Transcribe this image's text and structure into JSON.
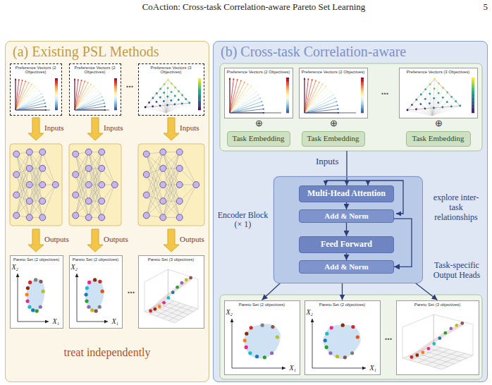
{
  "diagram": {
    "nodes": [
      {
        "text": [
          "(a) Existing PSL Methods",
          "treat independently"
        ]
      },
      {
        "text": [
          "Preference Vectors (2 Objectives)"
        ],
        "in": 0
      },
      {
        "text": [
          "Preference Vectors (2 Objectives)"
        ],
        "in": 0
      },
      {
        "text": [
          "Preference Vectors (3 Objectives)"
        ],
        "in": 0
      },
      {
        "text": [
          "Pareto Set (2 objectives)"
        ],
        "in": 0
      },
      {
        "text": [
          "Pareto Set (2 objectives)"
        ],
        "in": 0
      },
      {
        "text": [
          "Pareto Set (3 objectives)"
        ],
        "in": 0
      },
      {
        "text": [
          "(b) Cross-task Correlation-aware"
        ]
      },
      {
        "text": [
          "Preference Vectors (2 Objectives)"
        ],
        "in": 7
      },
      {
        "text": [
          "Preference Vectors (2 Objectives)"
        ],
        "in": 7
      },
      {
        "text": [
          "Preference Vectors (3 Objectives)"
        ],
        "in": 7
      },
      {
        "text": [
          "Task Embedding"
        ],
        "in": 7
      },
      {
        "text": [
          "Task Embedding"
        ],
        "in": 7
      },
      {
        "text": [
          "Task Embedding"
        ],
        "in": 7
      },
      {
        "text": [
          "Encoder Block (× 1)"
        ],
        "in": 7
      },
      {
        "text": [
          "Multi-Head Attention"
        ],
        "in": 14
      },
      {
        "text": [
          "Add & Norm"
        ],
        "in": 14
      },
      {
        "text": [
          "Feed Forward"
        ],
        "in": 14
      },
      {
        "text": [
          "Add & Norm"
        ],
        "in": 14
      },
      {
        "text": [
          "Pareto Set (2 objectives)"
        ],
        "in": 7
      },
      {
        "text": [
          "Pareto Set (2 objectives)"
        ],
        "in": 7
      },
      {
        "text": [
          "Pareto Set (3 objectives)"
        ],
        "in": 7
      }
    ],
    "edges": [
      {
        "from": 15,
        "to": 16,
        "arrow": "to"
      },
      {
        "from": 16,
        "to": 17,
        "arrow": "to"
      },
      {
        "from": 17,
        "to": 18,
        "arrow": "to"
      },
      {
        "from": 16,
        "to": 18,
        "arrow": "to"
      },
      {
        "from": 14,
        "to": 19,
        "arrow": "to"
      },
      {
        "from": 14,
        "to": 20,
        "arrow": "to"
      },
      {
        "from": 14,
        "to": 21,
        "arrow": "to"
      }
    ],
    "labels": [
      "CoAction: Cross-task Correlation-aware Pareto Set Learning",
      "5",
      "...",
      "Inputs",
      "Inputs",
      "Inputs",
      "Outputs",
      "Outputs",
      "Outputs",
      "...",
      "X₂",
      "X₁",
      "X₂",
      "X₁",
      "⊕",
      "⊕",
      "⊕",
      "...",
      "Inputs",
      "explore inter-task relationships",
      "Task-specific Output Heads",
      "...",
      "X₂",
      "X₁",
      "X₂",
      "X₁"
    ]
  }
}
